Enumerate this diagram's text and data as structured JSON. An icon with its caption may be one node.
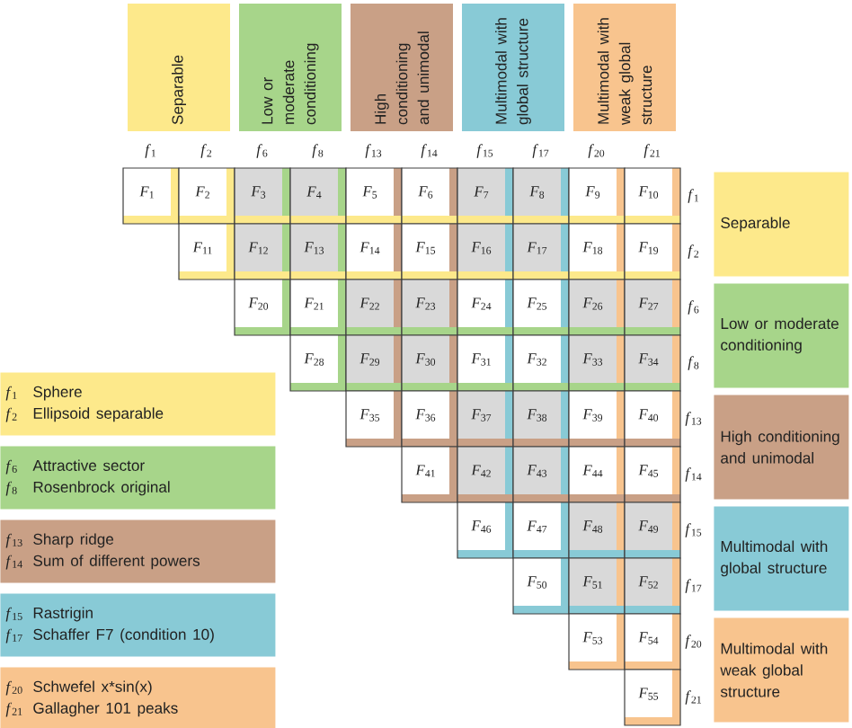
{
  "diagram": {
    "nodes": [
      {
        "text": [
          "Separable"
        ]
      },
      {
        "text": [
          "Low or moderate conditioning"
        ]
      },
      {
        "text": [
          "High conditioning and unimodal"
        ]
      },
      {
        "text": [
          "Multimodal with global structure"
        ]
      },
      {
        "text": [
          "Multimodal with weak global structure"
        ]
      },
      {
        "text": [
          "Separable"
        ]
      },
      {
        "text": [
          "Low or moderate conditioning"
        ]
      },
      {
        "text": [
          "High conditioning and unimodal"
        ]
      },
      {
        "text": [
          "Multimodal with global structure"
        ]
      },
      {
        "text": [
          "Multimodal with weak global structure"
        ]
      },
      {
        "text": [
          "*f*$_{1}$",
          "Sphere",
          "*f*$_{2}$",
          "Ellipsoid separable"
        ]
      },
      {
        "text": [
          "*f*$_{6}$",
          "Attractive sector",
          "*f*$_{8}$",
          "Rosenbrock original"
        ]
      },
      {
        "text": [
          "*f*$_{13}$",
          "Sharp ridge",
          "*f*$_{14}$",
          "Sum of different powers"
        ]
      },
      {
        "text": [
          "*f*$_{15}$",
          "Rastrigin",
          "*f*$_{17}$",
          "Schaffer F7 (condition 10)"
        ]
      },
      {
        "text": [
          "*f*$_{20}$",
          "Schwefel x*sin(x)",
          "*f*$_{21}$",
          "Gallagher 101 peaks"
        ]
      }
    ],
    "labels": [
      "*f*$_{1}$",
      "*f*$_{2}$",
      "*f*$_{6}$",
      "*f*$_{8}$",
      "*f*$_{13}$",
      "*f*$_{14}$",
      "*f*$_{15}$",
      "*f*$_{17}$",
      "*f*$_{20}$",
      "*f*$_{21}$",
      "*F*$_{1}$",
      "*F*$_{2}$",
      "*F*$_{3}$",
      "*F*$_{4}$",
      "*F*$_{5}$",
      "*F*$_{6}$",
      "*F*$_{7}$",
      "*F*$_{8}$",
      "*F*$_{9}$",
      "*F*$_{10}$",
      "*f*$_{1}$",
      "*F*$_{11}$",
      "*F*$_{12}$",
      "*F*$_{13}$",
      "*F*$_{14}$",
      "*F*$_{15}$",
      "*F*$_{16}$",
      "*F*$_{17}$",
      "*F*$_{18}$",
      "*F*$_{19}$",
      "*f*$_{2}$",
      "*F*$_{20}$",
      "*F*$_{21}$",
      "*F*$_{22}$",
      "*F*$_{23}$",
      "*F*$_{24}$",
      "*F*$_{25}$",
      "*F*$_{26}$",
      "*F*$_{27}$",
      "*f*$_{6}$",
      "*F*$_{28}$",
      "*F*$_{29}$",
      "*F*$_{30}$",
      "*F*$_{31}$",
      "*F*$_{32}$",
      "*F*$_{33}$",
      "*F*$_{34}$",
      "*f*$_{8}$",
      "*F*$_{35}$",
      "*F*$_{36}$",
      "*F*$_{37}$",
      "*F*$_{38}$",
      "*F*$_{39}$",
      "*F*$_{40}$",
      "*f*$_{13}$",
      "*F*$_{41}$",
      "*F*$_{42}$",
      "*F*$_{43}$",
      "*F*$_{44}$",
      "*F*$_{45}$",
      "*f*$_{14}$",
      "*F*$_{46}$",
      "*F*$_{47}$",
      "*F*$_{48}$",
      "*F*$_{49}$",
      "*f*$_{15}$",
      "*F*$_{50}$",
      "*F*$_{51}$",
      "*F*$_{52}$",
      "*f*$_{17}$",
      "*F*$_{53}$",
      "*F*$_{54}$",
      "*f*$_{20}$",
      "*F*$_{55}$",
      "*f*$_{21}$"
    ]
  }
}
